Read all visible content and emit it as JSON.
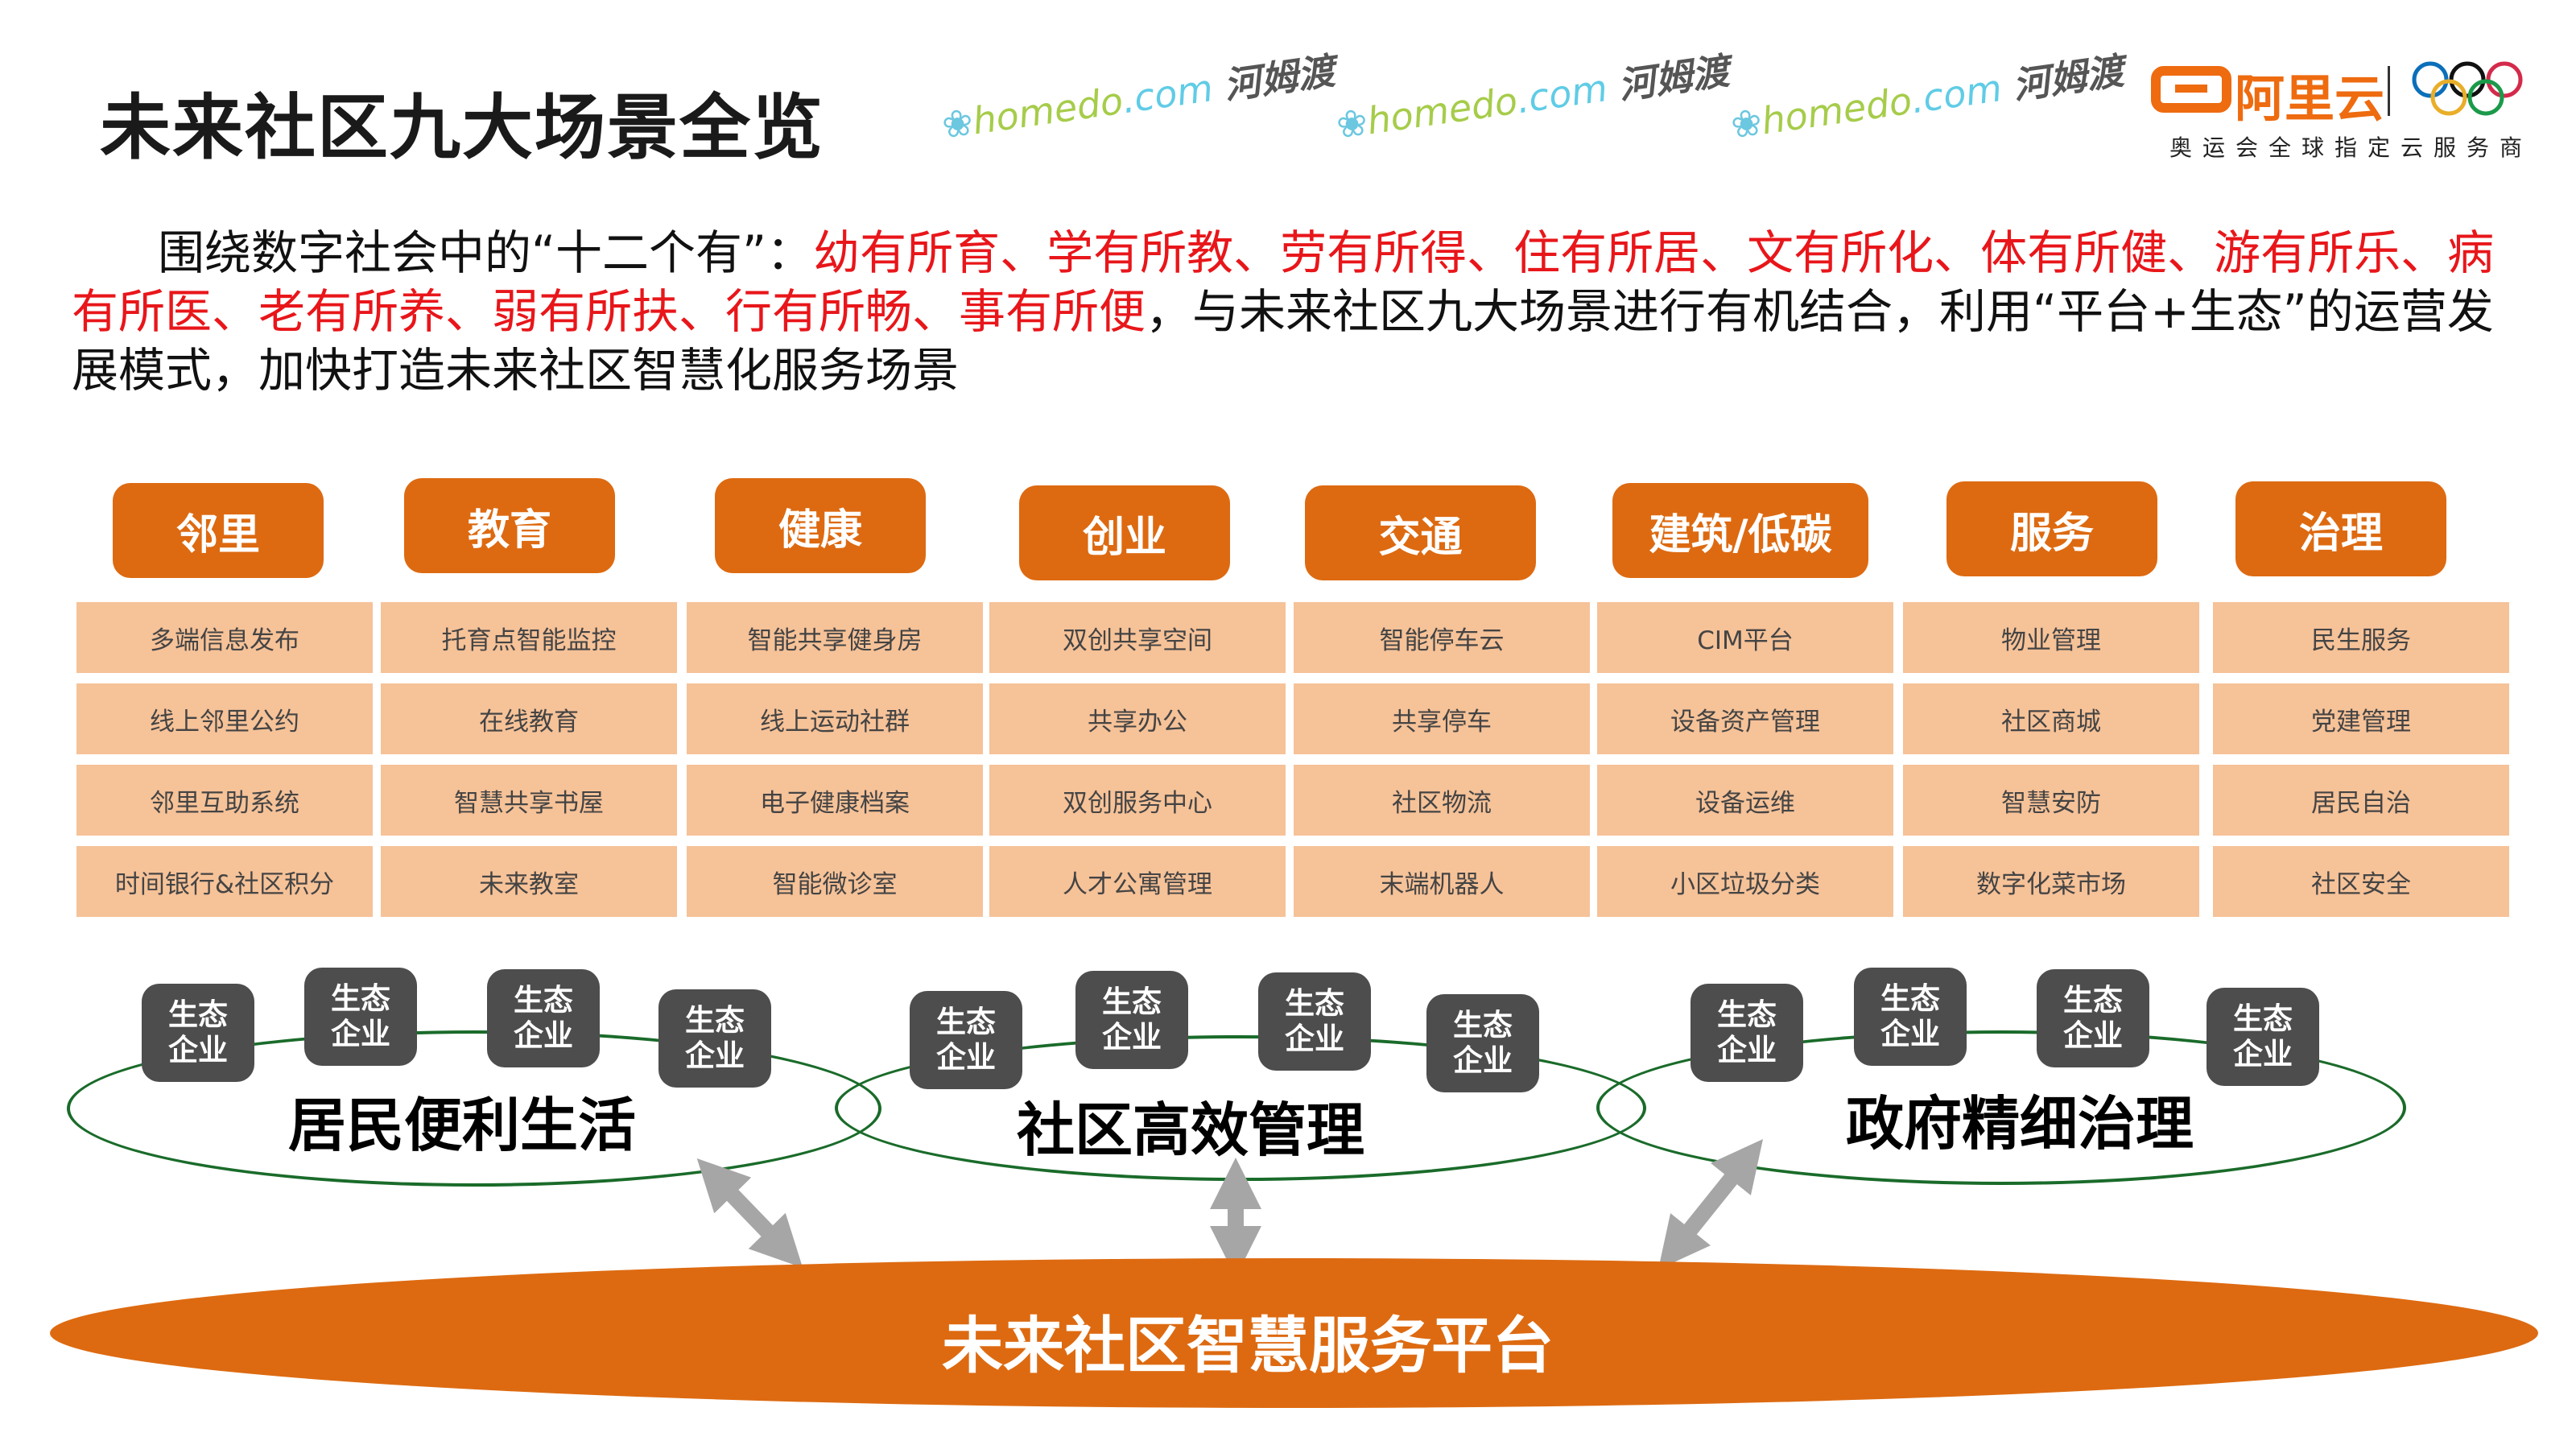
{
  "title": "未来社区九大场景全览",
  "logo": {
    "brand": "阿里云",
    "subtitle": "奥运会全球指定云服务商"
  },
  "intro": {
    "lead": "围绕数字社会中的“十二个有”：",
    "highlight": "幼有所育、学有所教、劳有所得、住有所居、文有所化、体有所健、游有所乐、病有所医、老有所养、弱有所扶、行有所畅、事有所便",
    "rest": "，与未来社区九大场景进行有机结合，利用“平台+生态”的运营发展模式，加快打造未来社区智慧化服务场景"
  },
  "categories": [
    {
      "name": "邻里",
      "items": [
        "多端信息发布",
        "线上邻里公约",
        "邻里互助系统",
        "时间银行&社区积分"
      ]
    },
    {
      "name": "教育",
      "items": [
        "托育点智能监控",
        "在线教育",
        "智慧共享书屋",
        "未来教室"
      ]
    },
    {
      "name": "健康",
      "items": [
        "智能共享健身房",
        "线上运动社群",
        "电子健康档案",
        "智能微诊室"
      ]
    },
    {
      "name": "创业",
      "items": [
        "双创共享空间",
        "共享办公",
        "双创服务中心",
        "人才公寓管理"
      ]
    },
    {
      "name": "交通",
      "items": [
        "智能停车云",
        "共享停车",
        "社区物流",
        "末端机器人"
      ]
    },
    {
      "name": "建筑/低碳",
      "items": [
        "CIM平台",
        "设备资产管理",
        "设备运维",
        "小区垃圾分类"
      ]
    },
    {
      "name": "服务",
      "items": [
        "物业管理",
        "社区商城",
        "智慧安防",
        "数字化菜市场"
      ]
    },
    {
      "name": "治理",
      "items": [
        "民生服务",
        "党建管理",
        "居民自治",
        "社区安全"
      ]
    }
  ],
  "eco": {
    "line1": "生态",
    "line2": "企业"
  },
  "scenes": [
    "居民便利生活",
    "社区高效管理",
    "政府精细治理"
  ],
  "platform": "未来社区智慧服务平台",
  "watermark": {
    "a": "homedo",
    "b": ".com",
    "c": "河姆渡"
  },
  "colors": {
    "accent": "#dd6a11",
    "cell": "#f6c298",
    "highlight": "#e8161a"
  }
}
